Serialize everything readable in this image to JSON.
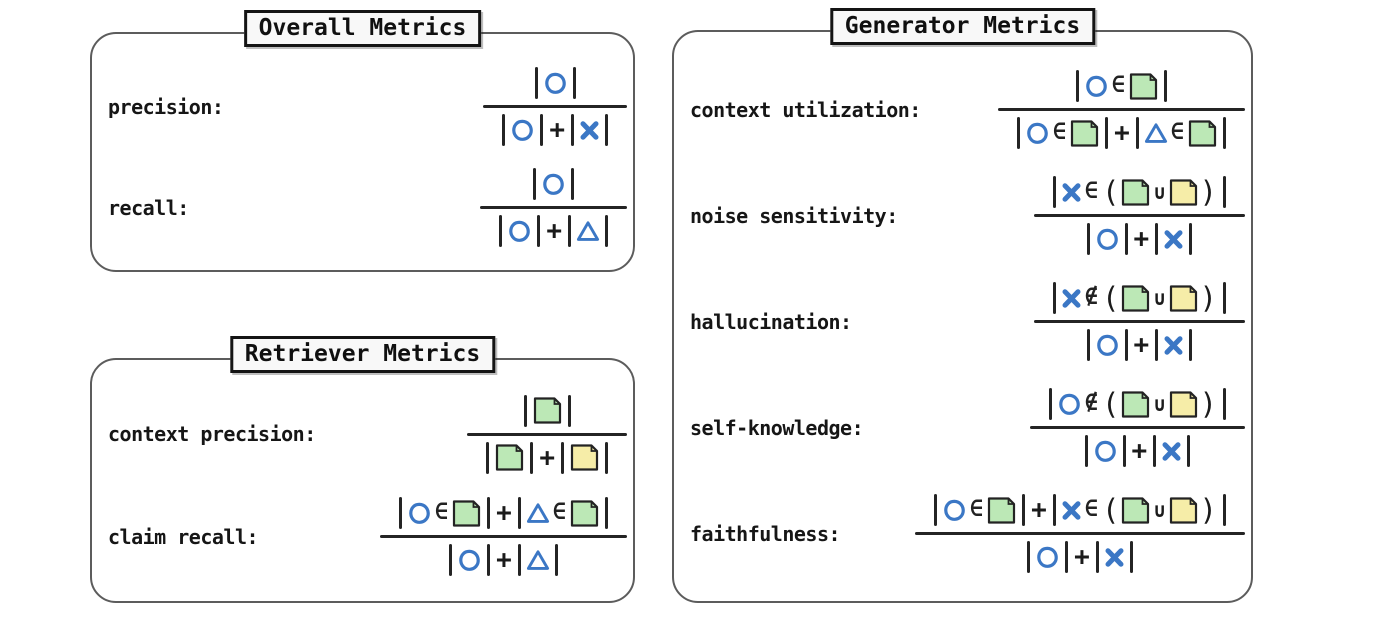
{
  "colors": {
    "blue": "#3b77c5",
    "green": "#bce8b6",
    "yellow": "#f6eda8",
    "ink": "#232323",
    "panel_border": "#5c5c5c",
    "title_bg": "#f8f8f8",
    "title_border": "#141414",
    "background": "#ffffff"
  },
  "token_text": {
    "bar": "|",
    "plus": "+",
    "in": "∈",
    "notin": "∉",
    "cup": "∪",
    "lp": "(",
    "rp": ")"
  },
  "token_icons": {
    "circle": "circle-icon",
    "cross": "cross-icon",
    "triangle": "triangle-icon",
    "gdoc": "green-doc-icon",
    "ydoc": "yellow-doc-icon"
  },
  "panels": [
    {
      "title": "Overall Metrics",
      "metrics": [
        {
          "label": "precision:",
          "numerator": [
            "bar",
            "circle",
            "bar"
          ],
          "denominator": [
            "bar",
            "circle",
            "bar",
            "plus",
            "bar",
            "cross",
            "bar"
          ]
        },
        {
          "label": "recall:",
          "numerator": [
            "bar",
            "circle",
            "bar"
          ],
          "denominator": [
            "bar",
            "circle",
            "bar",
            "plus",
            "bar",
            "triangle",
            "bar"
          ]
        }
      ]
    },
    {
      "title": "Retriever Metrics",
      "metrics": [
        {
          "label": "context precision:",
          "numerator": [
            "bar",
            "gdoc",
            "bar"
          ],
          "denominator": [
            "bar",
            "gdoc",
            "bar",
            "plus",
            "bar",
            "ydoc",
            "bar"
          ]
        },
        {
          "label": "claim recall:",
          "numerator": [
            "bar",
            "circle",
            "in",
            "gdoc",
            "bar",
            "plus",
            "bar",
            "triangle",
            "in",
            "gdoc",
            "bar"
          ],
          "denominator": [
            "bar",
            "circle",
            "bar",
            "plus",
            "bar",
            "triangle",
            "bar"
          ]
        }
      ]
    },
    {
      "title": "Generator Metrics",
      "metrics": [
        {
          "label": "context utilization:",
          "numerator": [
            "bar",
            "circle",
            "in",
            "gdoc",
            "bar"
          ],
          "denominator": [
            "bar",
            "circle",
            "in",
            "gdoc",
            "bar",
            "plus",
            "bar",
            "triangle",
            "in",
            "gdoc",
            "bar"
          ]
        },
        {
          "label": "noise sensitivity:",
          "numerator": [
            "bar",
            "cross",
            "in",
            "lp",
            "gdoc",
            "cup",
            "ydoc",
            "rp",
            "bar"
          ],
          "denominator": [
            "bar",
            "circle",
            "bar",
            "plus",
            "bar",
            "cross",
            "bar"
          ]
        },
        {
          "label": "hallucination:",
          "numerator": [
            "bar",
            "cross",
            "notin",
            "lp",
            "gdoc",
            "cup",
            "ydoc",
            "rp",
            "bar"
          ],
          "denominator": [
            "bar",
            "circle",
            "bar",
            "plus",
            "bar",
            "cross",
            "bar"
          ]
        },
        {
          "label": "self-knowledge:",
          "numerator": [
            "bar",
            "circle",
            "notin",
            "lp",
            "gdoc",
            "cup",
            "ydoc",
            "rp",
            "bar"
          ],
          "denominator": [
            "bar",
            "circle",
            "bar",
            "plus",
            "bar",
            "cross",
            "bar"
          ]
        },
        {
          "label": "faithfulness:",
          "numerator": [
            "bar",
            "circle",
            "in",
            "gdoc",
            "bar",
            "plus",
            "bar",
            "cross",
            "in",
            "lp",
            "gdoc",
            "cup",
            "ydoc",
            "rp",
            "bar"
          ],
          "denominator": [
            "bar",
            "circle",
            "bar",
            "plus",
            "bar",
            "cross",
            "bar"
          ]
        }
      ]
    }
  ]
}
